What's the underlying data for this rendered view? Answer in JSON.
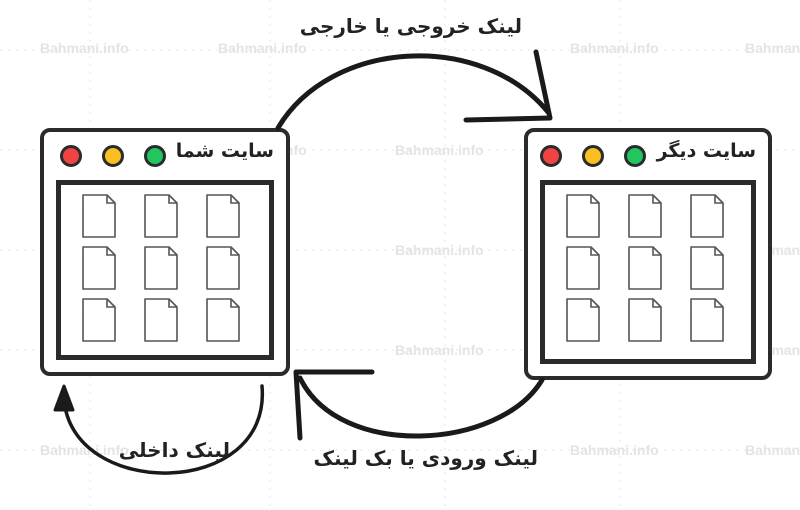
{
  "diagram": {
    "left_window_title": "سایت شما",
    "right_window_title": "سایت دیگر",
    "outbound_link_label": "لینک خروجی یا خارجی",
    "inbound_link_label": "لینک ورودی یا بک لینک",
    "internal_link_label": "لینک داخلی"
  },
  "window_buttons": [
    {
      "name": "close",
      "color": "#ef4444"
    },
    {
      "name": "minimize",
      "color": "#fbbf24"
    },
    {
      "name": "maximize",
      "color": "#22c55e"
    }
  ],
  "page_icon_grid": {
    "rows": 3,
    "cols": 3,
    "icon": "document-icon"
  },
  "watermark": {
    "text": "Bahmani.info"
  },
  "colors": {
    "stroke": "#2b2b2b",
    "text": "#222222",
    "watermark": "#e4e4e4"
  }
}
